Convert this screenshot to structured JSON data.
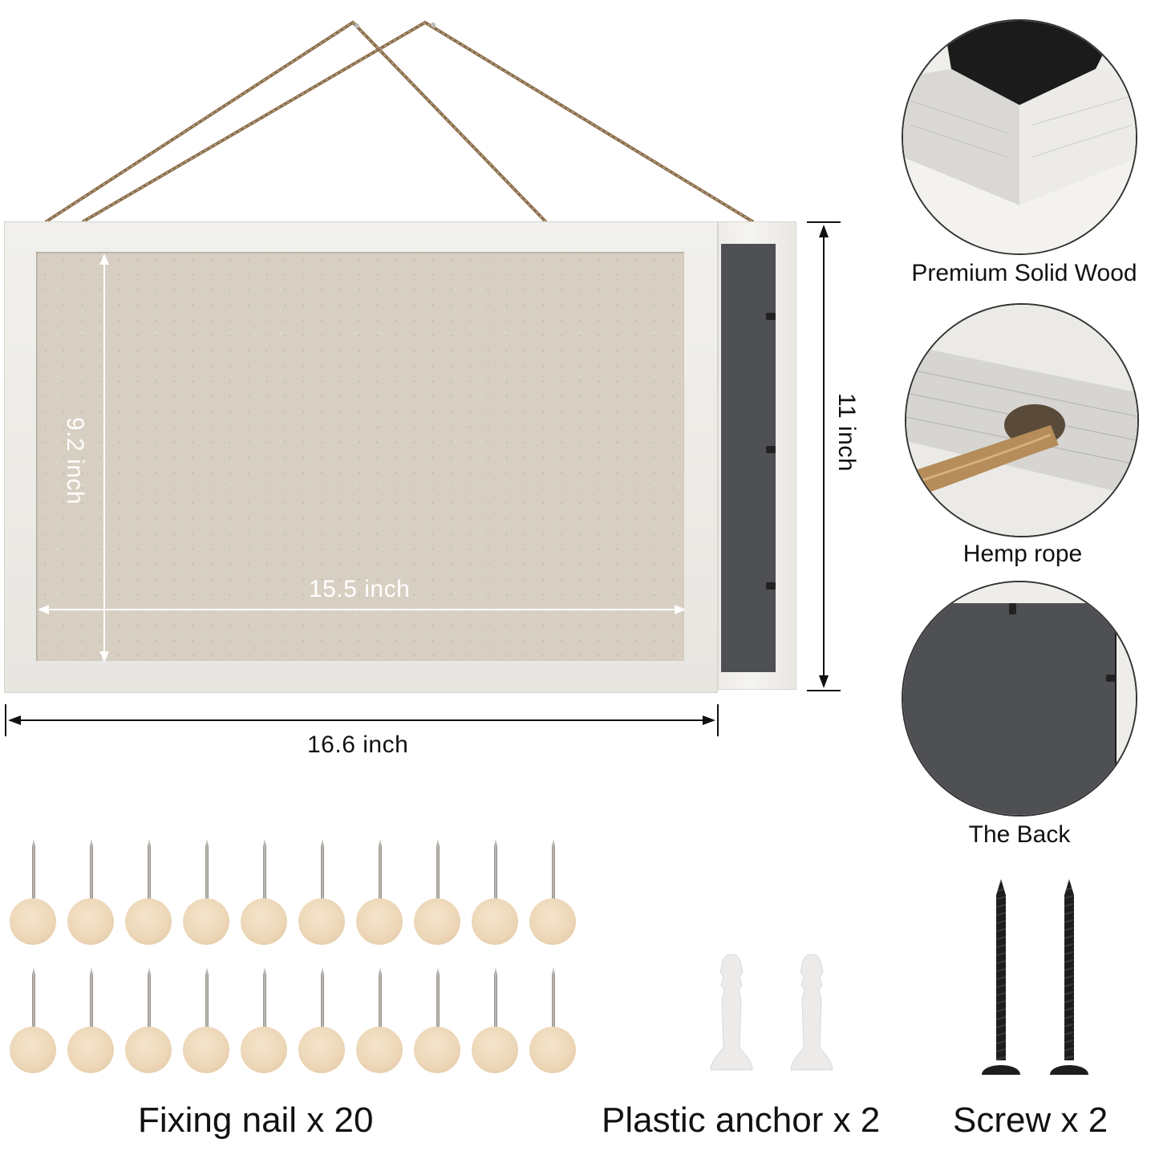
{
  "product": {
    "type": "hanging cork board with white wooden frame",
    "colors": {
      "frame": "#eeece7",
      "cork": "#d7cfc2",
      "back_panel": "#4f5053",
      "rope": "#8b6f4e",
      "pin_head": "#ecd6b6",
      "screw": "#1e1e1e",
      "anchor": "#ecebea"
    }
  },
  "dimensions": {
    "inner_height": "9.2 inch",
    "inner_width": "15.5 inch",
    "outer_width": "16.6 inch",
    "outer_height": "11 inch"
  },
  "features": [
    {
      "label": "Premium Solid Wood",
      "icon": "wood-corner-closeup"
    },
    {
      "label": "Hemp rope",
      "icon": "hemp-rope-closeup"
    },
    {
      "label": "The Back",
      "icon": "back-panel-closeup"
    }
  ],
  "accessories": [
    {
      "label": "Fixing nail x 20",
      "count": 20,
      "icon": "push-pin"
    },
    {
      "label": "Plastic anchor x 2",
      "count": 2,
      "icon": "plastic-anchor"
    },
    {
      "label": "Screw x 2",
      "count": 2,
      "icon": "screw"
    }
  ]
}
